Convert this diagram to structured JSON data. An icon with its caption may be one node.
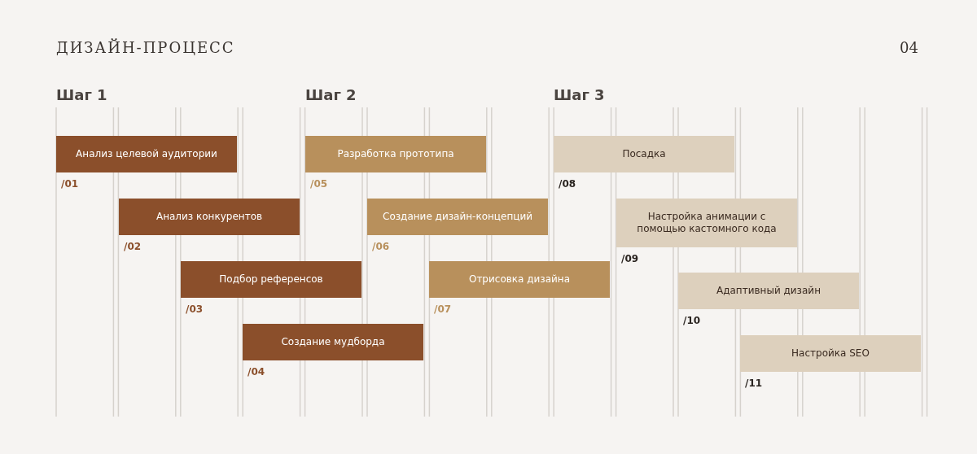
{
  "diagram": {
    "title": "ДИЗАЙН-ПРОЦЕСС",
    "nodes": [
      {
        "text": [
          "Анализ целевой аудитории"
        ],
        "beside": [
          "/01"
        ]
      },
      {
        "text": [
          "Анализ конкурентов"
        ],
        "beside": [
          "/02"
        ]
      },
      {
        "text": [
          "Подбор референсов"
        ],
        "beside": [
          "/03"
        ]
      },
      {
        "text": [
          "Создание мудборда"
        ],
        "beside": [
          "/04"
        ]
      },
      {
        "text": [
          "Разработка прототипа"
        ],
        "beside": [
          "/05"
        ]
      },
      {
        "text": [
          "Создание дизайн-концепций"
        ],
        "beside": [
          "/06"
        ]
      },
      {
        "text": [
          "Отрисовка дизайна"
        ],
        "beside": [
          "/07"
        ]
      },
      {
        "text": [
          "Посадка"
        ],
        "beside": [
          "/08"
        ]
      },
      {
        "text": [
          "Настройка анимации с помощью кастомного кода"
        ],
        "beside": [
          "/09"
        ]
      },
      {
        "text": [
          "Адаптивный дизайн"
        ],
        "beside": [
          "/10"
        ]
      },
      {
        "text": [
          "Настройка SEO"
        ],
        "beside": [
          "/11"
        ]
      }
    ],
    "labels": [
      "04",
      "Шаг 1",
      "Шаг 2",
      "Шаг 3"
    ]
  }
}
